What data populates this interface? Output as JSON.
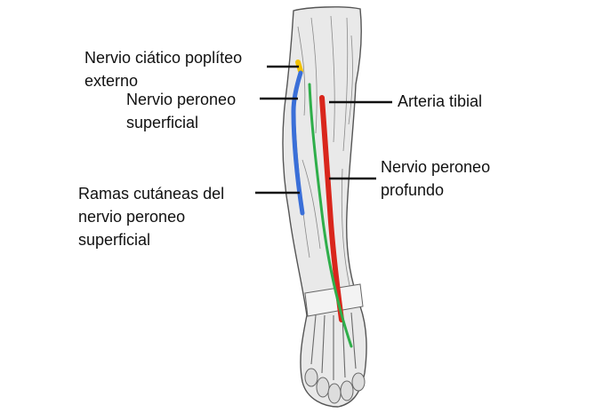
{
  "labels": {
    "sciatic_nerve": [
      "Nervio ciático poplíteo",
      "externo"
    ],
    "superficial_peroneal": [
      "Nervio peroneo",
      "superficial"
    ],
    "cutaneous_branches": [
      "Ramas cutáneas del",
      "nervio peroneo",
      "superficial"
    ],
    "tibial_artery": [
      "Arteria tibial"
    ],
    "deep_peroneal": [
      "Nervio peroneo",
      "profundo"
    ]
  },
  "colors": {
    "sciatic_nerve": "#f2c200",
    "superficial_nerve": "#3a6fd8",
    "tibial_artery": "#d9261c",
    "deep_nerve": "#2fae4a",
    "leader_line": "#111111",
    "sketch": "#555555"
  }
}
